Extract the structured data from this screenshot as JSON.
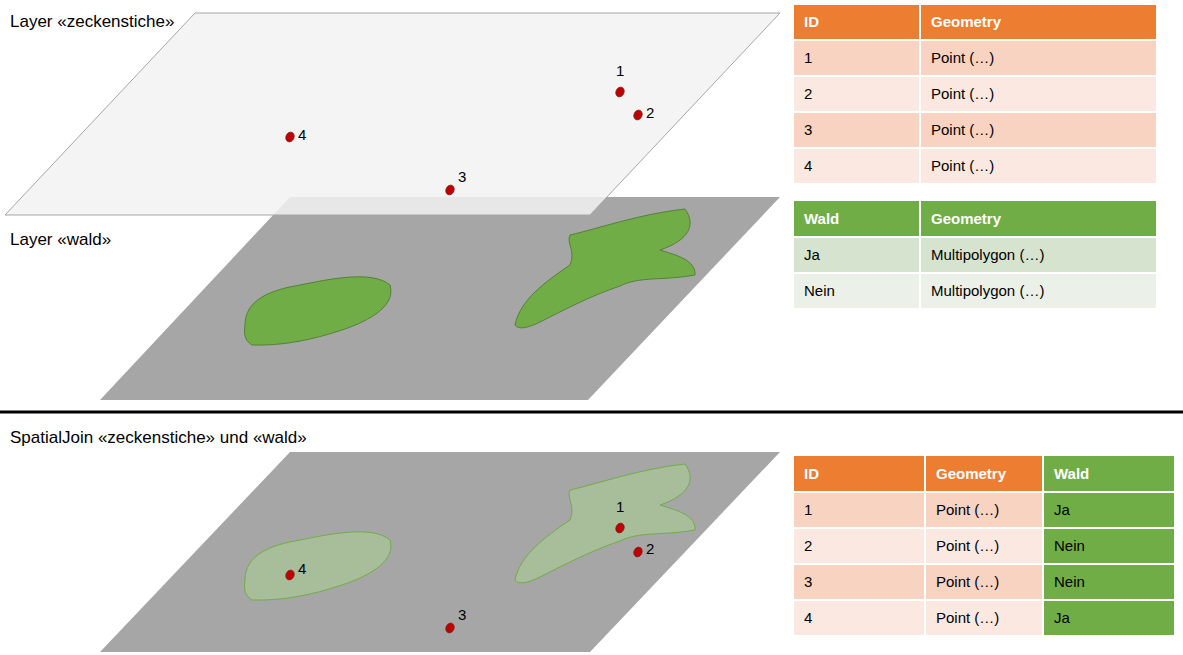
{
  "diagram": {
    "labels": [
      "Layer «zeckenstiche»",
      "1",
      "2",
      "4",
      "3",
      "ID",
      "Geometry",
      "1",
      "Point (…)",
      "2",
      "Point (…)",
      "3",
      "Point (…)",
      "4",
      "Point (…)",
      "Layer «wald»",
      "Wald",
      "Geometry",
      "Ja",
      "Multipolygon (…)",
      "Nein",
      "Multipolygon (…)",
      "SpatialJoin «zeckenstiche» und «wald»",
      "1",
      "2",
      "4",
      "3",
      "ID",
      "Geometry",
      "Wald",
      "1",
      "Point (…)",
      "Ja",
      "2",
      "Point (…)",
      "Nein",
      "3",
      "Point (…)",
      "Nein",
      "4",
      "Point (…)",
      "Ja"
    ]
  }
}
